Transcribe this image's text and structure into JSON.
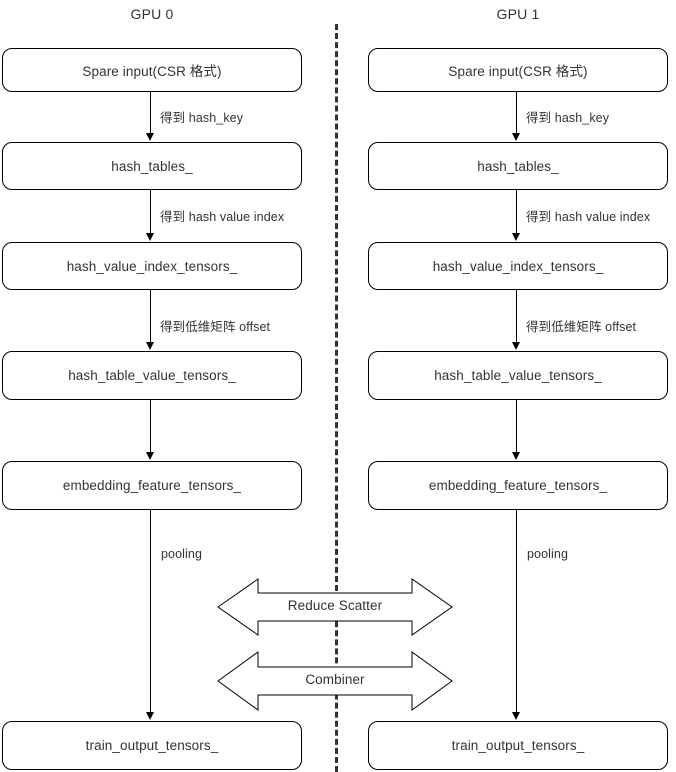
{
  "diagram": {
    "title_left": "GPU 0",
    "title_right": "GPU 1",
    "columns": [
      {
        "id": "gpu0",
        "title": "GPU 0",
        "nodes": [
          "Spare input(CSR 格式)",
          "hash_tables_",
          "hash_value_index_tensors_",
          "hash_table_value_tensors_",
          "embedding_feature_tensors_",
          "train_output_tensors_"
        ],
        "edge_labels": [
          "得到 hash_key",
          "得到 hash value index",
          "得到低维矩阵 offset",
          "",
          "pooling"
        ]
      },
      {
        "id": "gpu1",
        "title": "GPU 1",
        "nodes": [
          "Spare input(CSR 格式)",
          "hash_tables_",
          "hash_value_index_tensors_",
          "hash_table_value_tensors_",
          "embedding_feature_tensors_",
          "train_output_tensors_"
        ],
        "edge_labels": [
          "得到 hash_key",
          "得到 hash value index",
          "得到低维矩阵 offset",
          "",
          "pooling"
        ]
      }
    ],
    "cross_gpu_ops": [
      {
        "label": "Reduce Scatter"
      },
      {
        "label": "Combiner"
      }
    ],
    "colors": {
      "stroke": "#000000",
      "text": "#333333",
      "divider": "#333333",
      "background": "#ffffff"
    }
  }
}
